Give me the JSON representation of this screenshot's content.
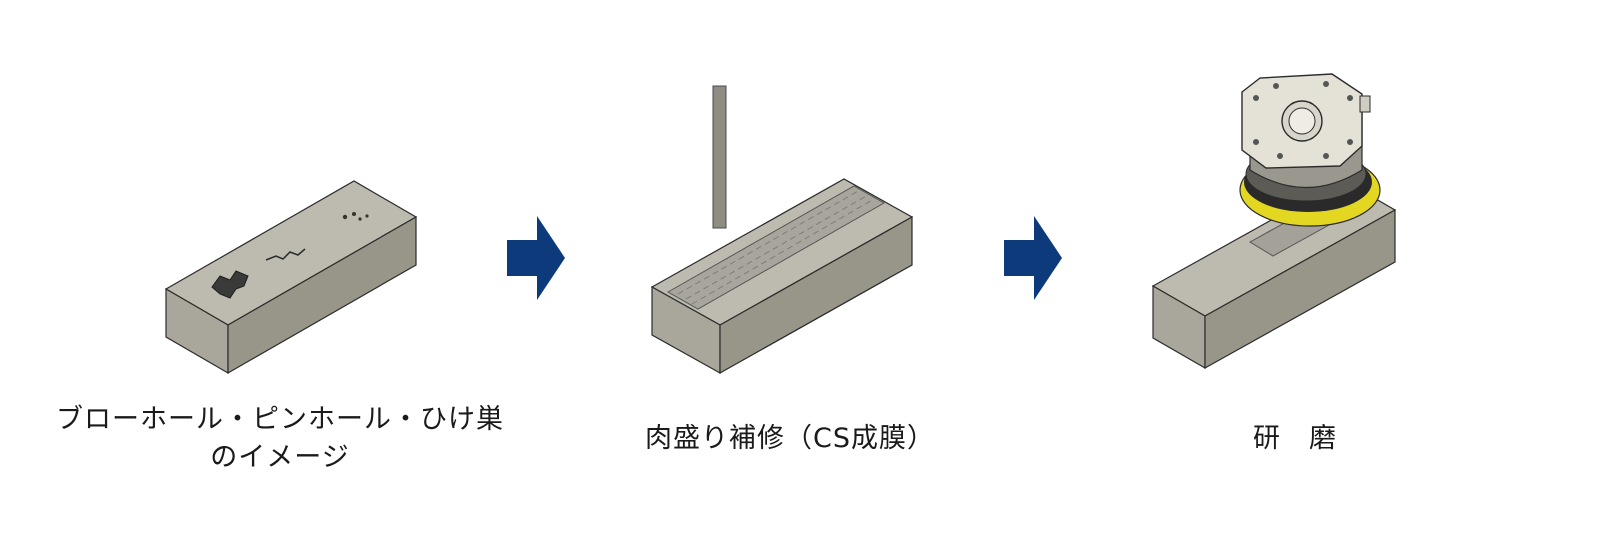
{
  "steps": [
    {
      "caption_line1": "ブローホール・ピンホール・ひけ巣",
      "caption_line2": "のイメージ"
    },
    {
      "caption_line1": "肉盛り補修（CS成膜）"
    },
    {
      "caption_line1": "研　磨"
    }
  ],
  "colors": {
    "block_top": "#bdbab0",
    "block_front": "#a9a69c",
    "block_side": "#989589",
    "outline": "#2b2b2b",
    "arrow": "#0d3a7a",
    "pad_yellow": "#e3d722",
    "nozzle": "#8f8c84",
    "tool_body": "#e4e1d7"
  },
  "icons": [
    "arrow-right-icon",
    "arrow-right-icon"
  ]
}
